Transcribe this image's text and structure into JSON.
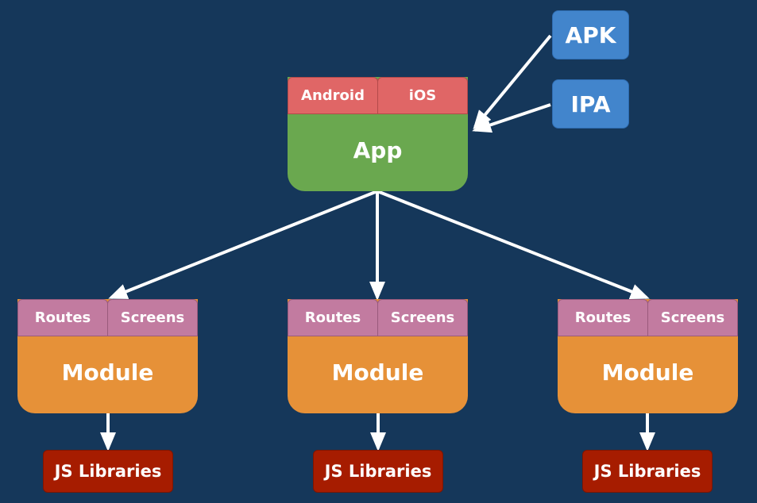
{
  "colors": {
    "background": "#15375a",
    "app": "#6aa84f",
    "platform_tab": "#e06666",
    "module": "#e69138",
    "module_tab": "#c27ba0",
    "package": "#4285cc",
    "library": "#a61c00",
    "edge": "#ffffff"
  },
  "packages": {
    "apk": "APK",
    "ipa": "IPA"
  },
  "app": {
    "label": "App",
    "platforms": [
      "Android",
      "iOS"
    ]
  },
  "modules": [
    {
      "label": "Module",
      "parts": [
        "Routes",
        "Screens"
      ],
      "library": "JS Libraries"
    },
    {
      "label": "Module",
      "parts": [
        "Routes",
        "Screens"
      ],
      "library": "JS Libraries"
    },
    {
      "label": "Module",
      "parts": [
        "Routes",
        "Screens"
      ],
      "library": "JS Libraries"
    }
  ]
}
